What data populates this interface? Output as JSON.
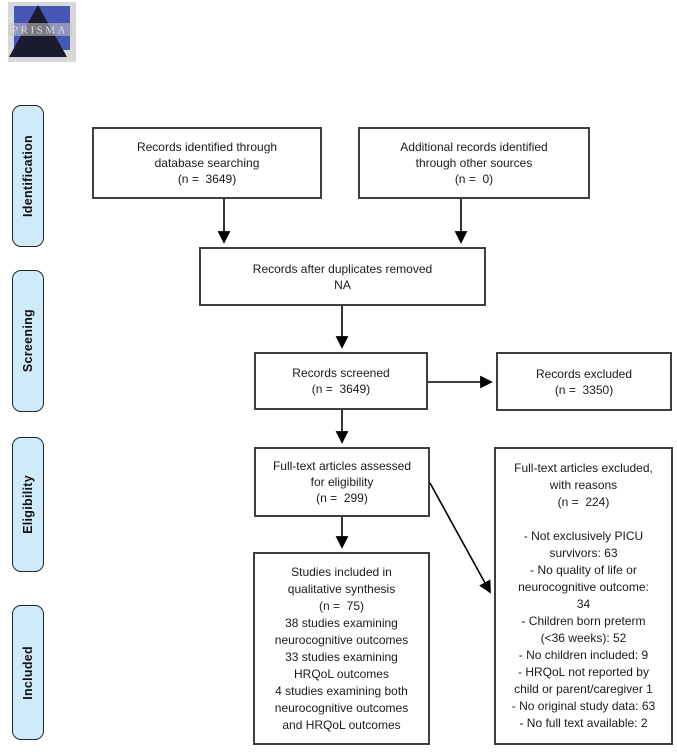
{
  "logo": {
    "text": "PRISMA"
  },
  "stages": [
    {
      "label": "Identification"
    },
    {
      "label": "Screening"
    },
    {
      "label": "Eligibility"
    },
    {
      "label": "Included"
    }
  ],
  "boxes": {
    "identified": {
      "lines": [
        "Records identified through",
        "database searching",
        "(n =  3649)"
      ]
    },
    "additional": {
      "lines": [
        "Additional records identified",
        "through other sources",
        "(n =  0)"
      ]
    },
    "duplicates": {
      "lines": [
        "Records after duplicates removed",
        "NA"
      ]
    },
    "screened": {
      "lines": [
        "Records screened",
        "(n =  3649)"
      ]
    },
    "excluded": {
      "lines": [
        "Records excluded",
        "(n =  3350)"
      ]
    },
    "fulltext": {
      "lines": [
        "Full-text articles assessed",
        "for eligibility",
        "(n =  299)"
      ]
    },
    "reasons": {
      "lines": [
        "Full-text articles excluded,",
        "with reasons",
        "(n =  224)",
        "",
        "- Not exclusively PICU",
        "survivors: 63",
        "- No quality of life or",
        "neurocognitive outcome:",
        "34",
        "- Children born preterm",
        "(<36 weeks): 52",
        "- No children included: 9",
        "- HRQoL not reported by",
        "child or parent/caregiver 1",
        "- No original study data: 63",
        "- No full text available: 2"
      ]
    },
    "studies": {
      "lines": [
        "Studies included in",
        "qualitative synthesis",
        "(n =  75)",
        "38 studies examining",
        "neurocognitive outcomes",
        "33 studies examining",
        "HRQoL outcomes",
        "4 studies examining both",
        "neurocognitive outcomes",
        "and HRQoL outcomes"
      ]
    }
  },
  "colors": {
    "stage_fill": "#cfeaf8",
    "box_border": "#3f3f3f",
    "arrow": "#000000",
    "logo_bg": "#d8d8d8",
    "logo_blue": "#4757b8",
    "logo_triangle": "#1b1b30",
    "logo_text": "#dddddd"
  }
}
